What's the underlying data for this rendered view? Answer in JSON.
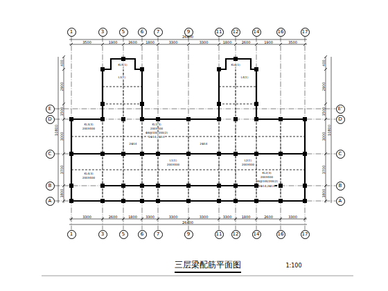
{
  "diagram": {
    "title": "三层梁配筋平面图",
    "nodes": [
      {
        "text": [
          "1"
        ]
      },
      {
        "text": [
          "3"
        ]
      },
      {
        "text": [
          "5"
        ]
      },
      {
        "text": [
          "6"
        ]
      },
      {
        "text": [
          "7"
        ]
      },
      {
        "text": [
          "9"
        ]
      },
      {
        "text": [
          "11"
        ]
      },
      {
        "text": [
          "12"
        ]
      },
      {
        "text": [
          "14"
        ]
      },
      {
        "text": [
          "16"
        ]
      },
      {
        "text": [
          "17"
        ]
      },
      {
        "text": [
          "1"
        ]
      },
      {
        "text": [
          "3"
        ]
      },
      {
        "text": [
          "5"
        ]
      },
      {
        "text": [
          "6"
        ]
      },
      {
        "text": [
          "7"
        ]
      },
      {
        "text": [
          "9"
        ]
      },
      {
        "text": [
          "11"
        ]
      },
      {
        "text": [
          "12"
        ]
      },
      {
        "text": [
          "14"
        ]
      },
      {
        "text": [
          "16"
        ]
      },
      {
        "text": [
          "17"
        ]
      },
      {
        "text": [
          "E"
        ]
      },
      {
        "text": [
          "D"
        ]
      },
      {
        "text": [
          "C"
        ]
      },
      {
        "text": [
          "B"
        ]
      },
      {
        "text": [
          "A"
        ]
      },
      {
        "text": [
          "E'"
        ]
      },
      {
        "text": [
          "D"
        ]
      },
      {
        "text": [
          "C"
        ]
      },
      {
        "text": [
          "B"
        ]
      },
      {
        "text": [
          "A"
        ]
      }
    ],
    "edges": [
      {
        "from": 0,
        "to": 11,
        "arrow": "none"
      },
      {
        "from": 1,
        "to": 12,
        "arrow": "none"
      },
      {
        "from": 2,
        "to": 13,
        "arrow": "none"
      },
      {
        "from": 3,
        "to": 14,
        "arrow": "none"
      },
      {
        "from": 4,
        "to": 15,
        "arrow": "none"
      },
      {
        "from": 5,
        "to": 16,
        "arrow": "none"
      },
      {
        "from": 6,
        "to": 17,
        "arrow": "none"
      },
      {
        "from": 7,
        "to": 18,
        "arrow": "none"
      },
      {
        "from": 8,
        "to": 19,
        "arrow": "none"
      },
      {
        "from": 9,
        "to": 20,
        "arrow": "none"
      },
      {
        "from": 10,
        "to": 21,
        "arrow": "none"
      },
      {
        "from": 22,
        "to": 27,
        "arrow": "none"
      },
      {
        "from": 23,
        "to": 28,
        "arrow": "none"
      },
      {
        "from": 24,
        "to": 29,
        "arrow": "none"
      },
      {
        "from": 25,
        "to": 30,
        "arrow": "none"
      },
      {
        "from": 26,
        "to": 31,
        "arrow": "none"
      }
    ],
    "labels": [
      "3500",
      "1900",
      "2600",
      "1800",
      "3300",
      "3300",
      "1800",
      "2600",
      "1900",
      "3500",
      "26400",
      "3300",
      "2600",
      "1800",
      "3300",
      "3300",
      "3300",
      "3300",
      "1800",
      "2600",
      "3300",
      "26400",
      "400",
      "2900",
      "1500",
      "3000",
      "3700",
      "1800",
      "10800",
      "400",
      "2900",
      "1500",
      "3000",
      "3700",
      "1800",
      "10800",
      "KL1(3)",
      "200X400",
      "Φ8@100/200(2)",
      "2Φ14;2Φ14",
      "KL2(3)",
      "200X400",
      "Φ8@100/200(2)",
      "2Φ14;2Φ14",
      "KL3(3)",
      "200X400",
      "KL4(3)",
      "200X400",
      "L1(1)",
      "200X400",
      "L2(1)",
      "200X400",
      "KL5(1)",
      "KL6(1)",
      "2Φ14",
      "2Φ14",
      "L3(1)",
      "L4(1)",
      "1:100"
    ]
  }
}
